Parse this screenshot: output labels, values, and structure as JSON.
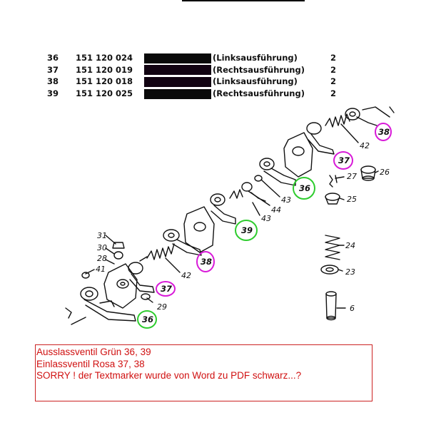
{
  "parts_list": [
    {
      "pos": "36",
      "part_no": "151 120 024",
      "description": "(Linksausführung)",
      "qty": "2"
    },
    {
      "pos": "37",
      "part_no": "151 120 019",
      "description": "(Rechtsausführung)",
      "qty": "2"
    },
    {
      "pos": "38",
      "part_no": "151 120 018",
      "description": "(Linksausführung)",
      "qty": "2"
    },
    {
      "pos": "39",
      "part_no": "151 120 025",
      "description": "(Rechtsausführung)",
      "qty": "2"
    }
  ],
  "diagram": {
    "labels": {
      "l6": "6",
      "l23": "23",
      "l24": "24",
      "l25": "25",
      "l26": "26",
      "l27": "27",
      "l28": "28",
      "l29": "29",
      "l30": "30",
      "l31": "31",
      "l41": "41",
      "l42a": "42",
      "l42b": "42",
      "l43a": "43",
      "l43b": "43",
      "l44": "44"
    },
    "callouts": {
      "green_36_low": "36",
      "green_39": "39",
      "green_36_high": "36",
      "pink_37_low": "37",
      "pink_38_low": "38",
      "pink_37_high": "37",
      "pink_38_high": "38"
    },
    "colors": {
      "green_circle": "#2ecc2e",
      "pink_circle": "#d81ad8",
      "marker": "#0a0a0a"
    }
  },
  "note": {
    "lines": [
      "Ausslassventil Grün 36, 39",
      "Einlassventil Rosa 37, 38",
      "SORRY ! der Textmarker wurde von Word zu PDF schwarz...?"
    ],
    "color": "#d01010"
  }
}
